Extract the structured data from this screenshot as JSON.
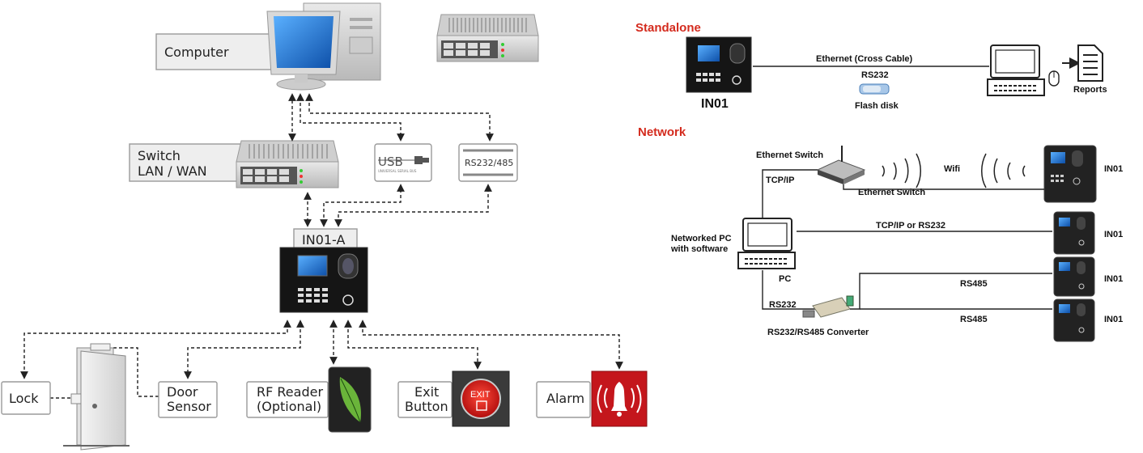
{
  "colors": {
    "section_title": "#d42b1e",
    "device_black": "#1a1a1a",
    "screen_blue": "#2f7fd8",
    "alarm_red": "#c4161c"
  },
  "left": {
    "computer_label": "Computer",
    "switch_label_line1": "Switch",
    "switch_label_line2": "LAN / WAN",
    "usb_text": "USB",
    "usb_subtext": "UNIVERSAL SERIAL BUS",
    "rs_label": "RS232/485",
    "device_label": "IN01-A",
    "lock_label": "Lock",
    "door_sensor_line1": "Door",
    "door_sensor_line2": "Sensor",
    "rf_reader_line1": "RF Reader",
    "rf_reader_line2": "(Optional)",
    "exit_line1": "Exit",
    "exit_line2": "Button",
    "exit_icon_text": "EXIT",
    "alarm_label": "Alarm"
  },
  "standalone": {
    "title": "Standalone",
    "device_label": "IN01",
    "ethernet_label": "Ethernet  (Cross Cable)",
    "rs232_label": "RS232",
    "flash_label": "Flash disk",
    "reports_label": "Reports"
  },
  "network": {
    "title": "Network",
    "ethernet_switch_top": "Ethernet Switch",
    "ethernet_switch_bottom": "Ethernet Switch",
    "tcpip_label": "TCP/IP",
    "wifi_label": "Wifi",
    "pc_label_line1": "Networked PC",
    "pc_label_line2": "with software",
    "pc_label": "PC",
    "tcpip_rs232_label": "TCP/IP or RS232",
    "rs485_label_1": "RS485",
    "rs485_label_2": "RS485",
    "rs232_label": "RS232",
    "converter_label": "RS232/RS485 Converter",
    "in01_1": "IN01",
    "in01_2": "IN01",
    "in01_3": "IN01",
    "in01_4": "IN01"
  }
}
